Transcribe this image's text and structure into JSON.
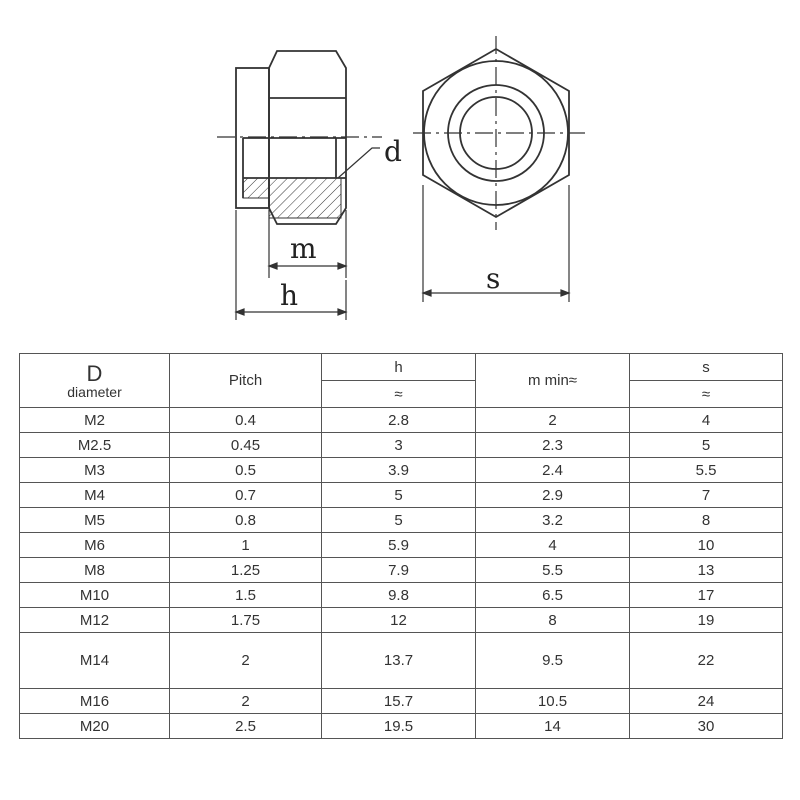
{
  "drawing": {
    "labels": {
      "d": "d",
      "m": "m",
      "h": "h",
      "s": "s"
    }
  },
  "table": {
    "headers": {
      "d_main": "D",
      "d_sub": "diameter",
      "pitch": "Pitch",
      "h": "h",
      "h_sub": "≈",
      "m": "m  min≈",
      "s": "s",
      "s_sub": "≈"
    },
    "rows": [
      {
        "d": "M2",
        "pitch": "0.4",
        "h": "2.8",
        "m": "2",
        "s": "4"
      },
      {
        "d": "M2.5",
        "pitch": "0.45",
        "h": "3",
        "m": "2.3",
        "s": "5"
      },
      {
        "d": "M3",
        "pitch": "0.5",
        "h": "3.9",
        "m": "2.4",
        "s": "5.5"
      },
      {
        "d": "M4",
        "pitch": "0.7",
        "h": "5",
        "m": "2.9",
        "s": "7"
      },
      {
        "d": "M5",
        "pitch": "0.8",
        "h": "5",
        "m": "3.2",
        "s": "8"
      },
      {
        "d": "M6",
        "pitch": "1",
        "h": "5.9",
        "m": "4",
        "s": "10"
      },
      {
        "d": "M8",
        "pitch": "1.25",
        "h": "7.9",
        "m": "5.5",
        "s": "13"
      },
      {
        "d": "M10",
        "pitch": "1.5",
        "h": "9.8",
        "m": "6.5",
        "s": "17"
      },
      {
        "d": "M12",
        "pitch": "1.75",
        "h": "12",
        "m": "8",
        "s": "19"
      },
      {
        "d": "M14",
        "pitch": "2",
        "h": "13.7",
        "m": "9.5",
        "s": "22"
      },
      {
        "d": "M16",
        "pitch": "2",
        "h": "15.7",
        "m": "10.5",
        "s": "24"
      },
      {
        "d": "M20",
        "pitch": "2.5",
        "h": "19.5",
        "m": "14",
        "s": "30"
      }
    ]
  }
}
